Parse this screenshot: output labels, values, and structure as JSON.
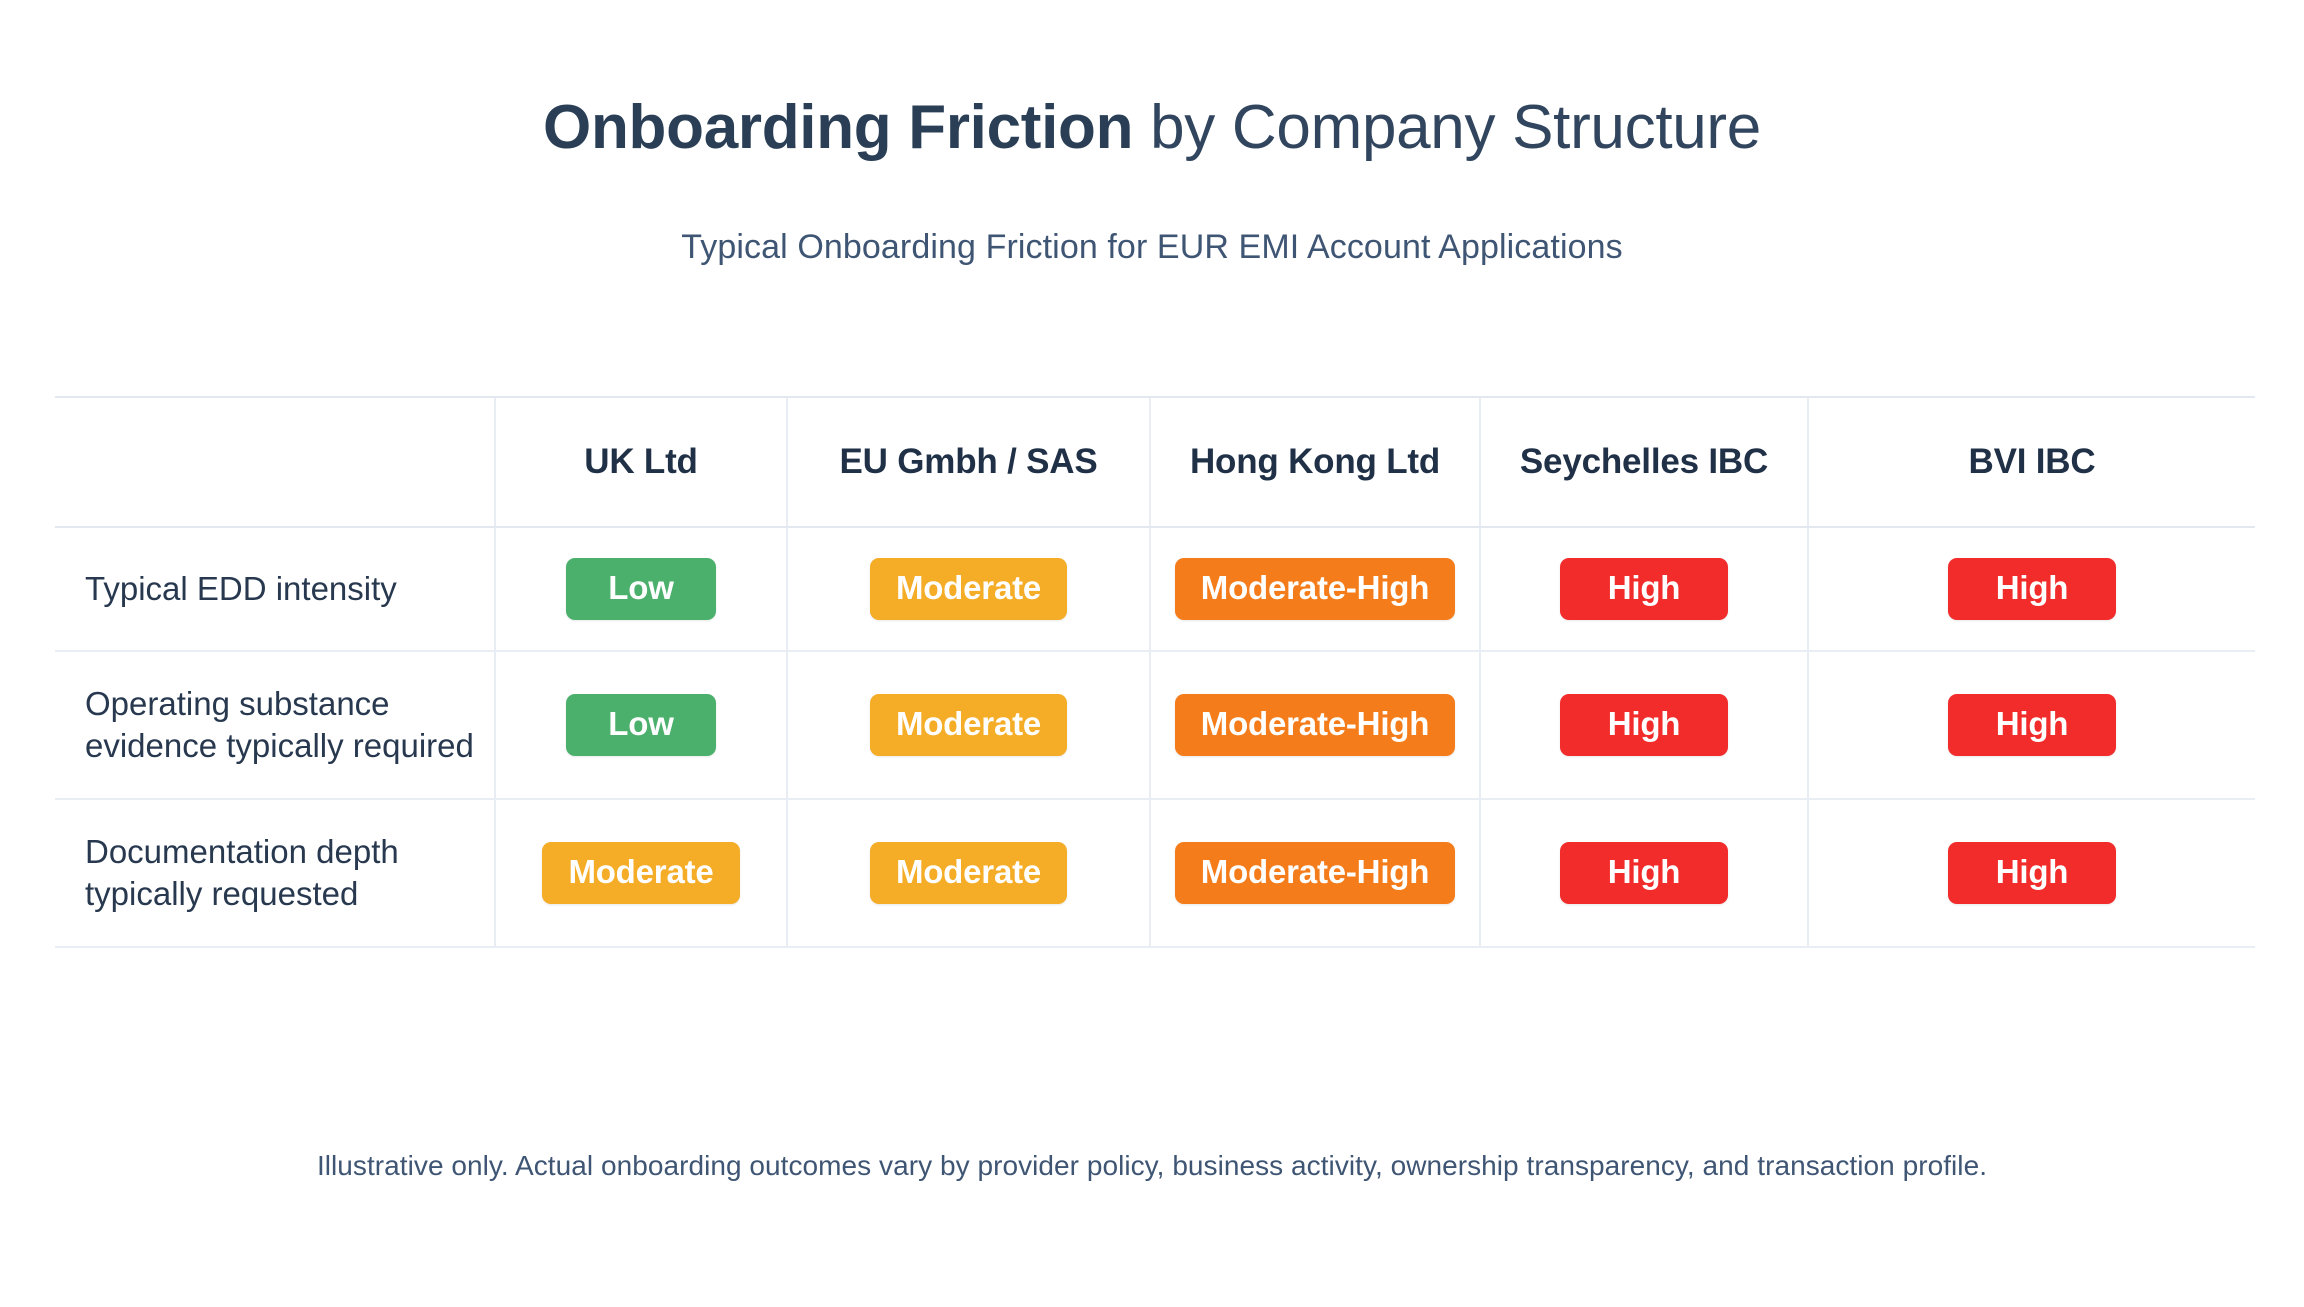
{
  "header": {
    "title_strong": "Onboarding Friction",
    "title_rest": " by Company Structure",
    "subtitle": "Typical Onboarding Friction for EUR EMI Account Applications"
  },
  "footer": {
    "note": "Illustrative only. Actual onboarding outcomes vary by provider policy, business activity, ownership transparency, and transaction profile."
  },
  "palette": {
    "low": "#4cb06d",
    "moderate": "#f5ac26",
    "moderate_high": "#f57c1a",
    "high": "#f22b2b",
    "title": "#2d4259",
    "subtitle": "#3f5574",
    "rule": "#e8ecf3",
    "background": "#ffffff"
  },
  "chart_data": {
    "type": "table",
    "title": "Onboarding Friction by Company Structure",
    "subtitle": "Typical Onboarding Friction for EUR EMI Account Applications",
    "corner_label": "",
    "categories": [
      "UK Ltd",
      "EU Gmbh / SAS",
      "Hong Kong Ltd",
      "Seychelles IBC",
      "BVI IBC"
    ],
    "rows": [
      {
        "label": "Typical EDD intensity",
        "label_lines": [
          "Typical EDD intensity"
        ],
        "values": [
          "Low",
          "Moderate",
          "Moderate-High",
          "High",
          "High"
        ],
        "levels": [
          "low",
          "moderate",
          "moderate-high",
          "high",
          "high"
        ]
      },
      {
        "label": "Operating substance evidence typically required",
        "label_lines": [
          "Operating substance",
          "evidence typically required"
        ],
        "values": [
          "Low",
          "Moderate",
          "Moderate-High",
          "High",
          "High"
        ],
        "levels": [
          "low",
          "moderate",
          "moderate-high",
          "high",
          "high"
        ]
      },
      {
        "label": "Documentation depth typically requested",
        "label_lines": [
          "Documentation depth",
          "typically requested"
        ],
        "values": [
          "Moderate",
          "Moderate",
          "Moderate-High",
          "High",
          "High"
        ],
        "levels": [
          "moderate",
          "moderate",
          "moderate-high",
          "high",
          "high"
        ]
      }
    ],
    "legend": [
      "Low",
      "Moderate",
      "Moderate-High",
      "High"
    ],
    "note": "Illustrative only. Actual onboarding outcomes vary by provider policy, business activity, ownership transparency, and transaction profile."
  }
}
